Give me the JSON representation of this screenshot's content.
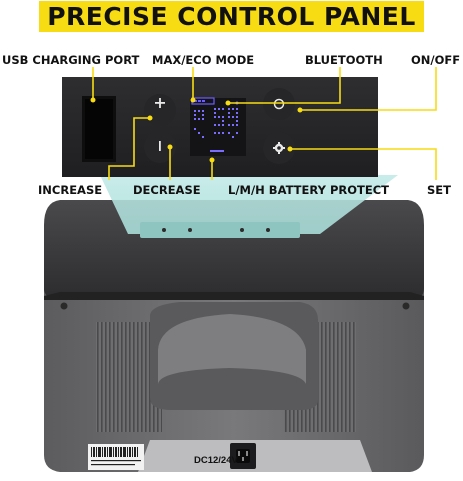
{
  "title": "PRECISE CONTROL PANEL",
  "labels": {
    "usb": "USB CHARGING PORT",
    "mode": "MAX/ECO MODE",
    "bluetooth": "BLUETOOTH",
    "power": "ON/OFF",
    "increase": "INCREASE",
    "decrease": "DECREASE",
    "battery": "L/M/H BATTERY PROTECT",
    "set": "SET"
  },
  "device": {
    "voltage_label": "DC12/24V"
  },
  "colors": {
    "callout": "#f7dc13",
    "panel": "#2a2a2c",
    "lid": "#3a3a3c",
    "body": "#6b6b6d",
    "display": "#6b5cff"
  },
  "icons": [
    "plus-icon",
    "minus-icon",
    "power-icon",
    "gear-icon",
    "battery-icon"
  ]
}
